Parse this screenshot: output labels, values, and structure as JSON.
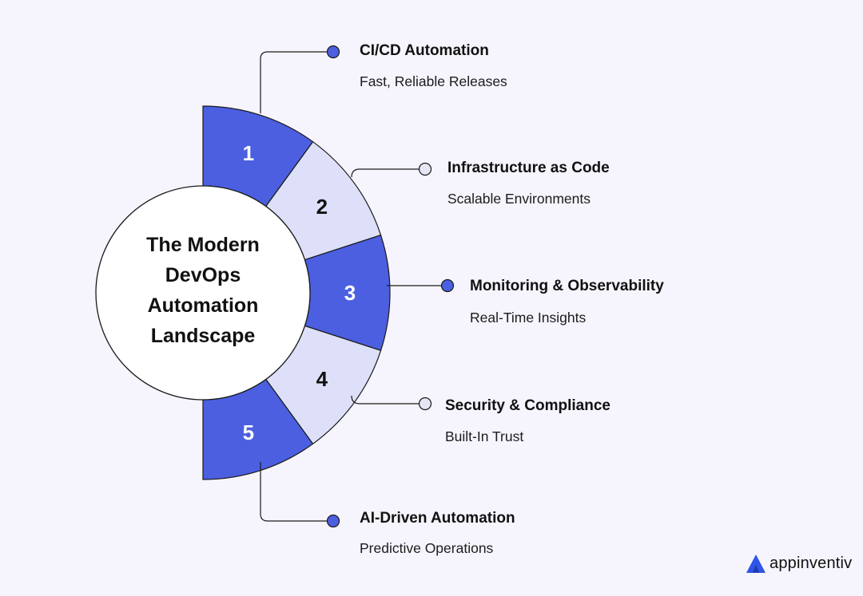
{
  "center_title": [
    "The Modern",
    "DevOps",
    "Automation",
    "Landscape"
  ],
  "segments": [
    {
      "number": "1",
      "title": "CI/CD Automation",
      "subtitle": "Fast, Reliable Releases",
      "style": "dark"
    },
    {
      "number": "2",
      "title": "Infrastructure as Code",
      "subtitle": "Scalable Environments",
      "style": "light"
    },
    {
      "number": "3",
      "title": "Monitoring & Observability",
      "subtitle": "Real-Time Insights",
      "style": "dark"
    },
    {
      "number": "4",
      "title": "Security & Compliance",
      "subtitle": "Built-In Trust",
      "style": "light"
    },
    {
      "number": "5",
      "title": "AI-Driven Automation",
      "subtitle": "Predictive Operations",
      "style": "dark"
    }
  ],
  "colors": {
    "background": "#f6f4fc",
    "dark_segment": "#4b5fe0",
    "light_segment": "#dde0f8",
    "circle_fill": "#ffffff",
    "outline": "#1a1a1a",
    "accent_dot": "#4b5fe0",
    "light_dot": "#e4e6f4"
  },
  "logo": {
    "text": "appinventiv",
    "icon": "appinventiv-logo-icon"
  }
}
